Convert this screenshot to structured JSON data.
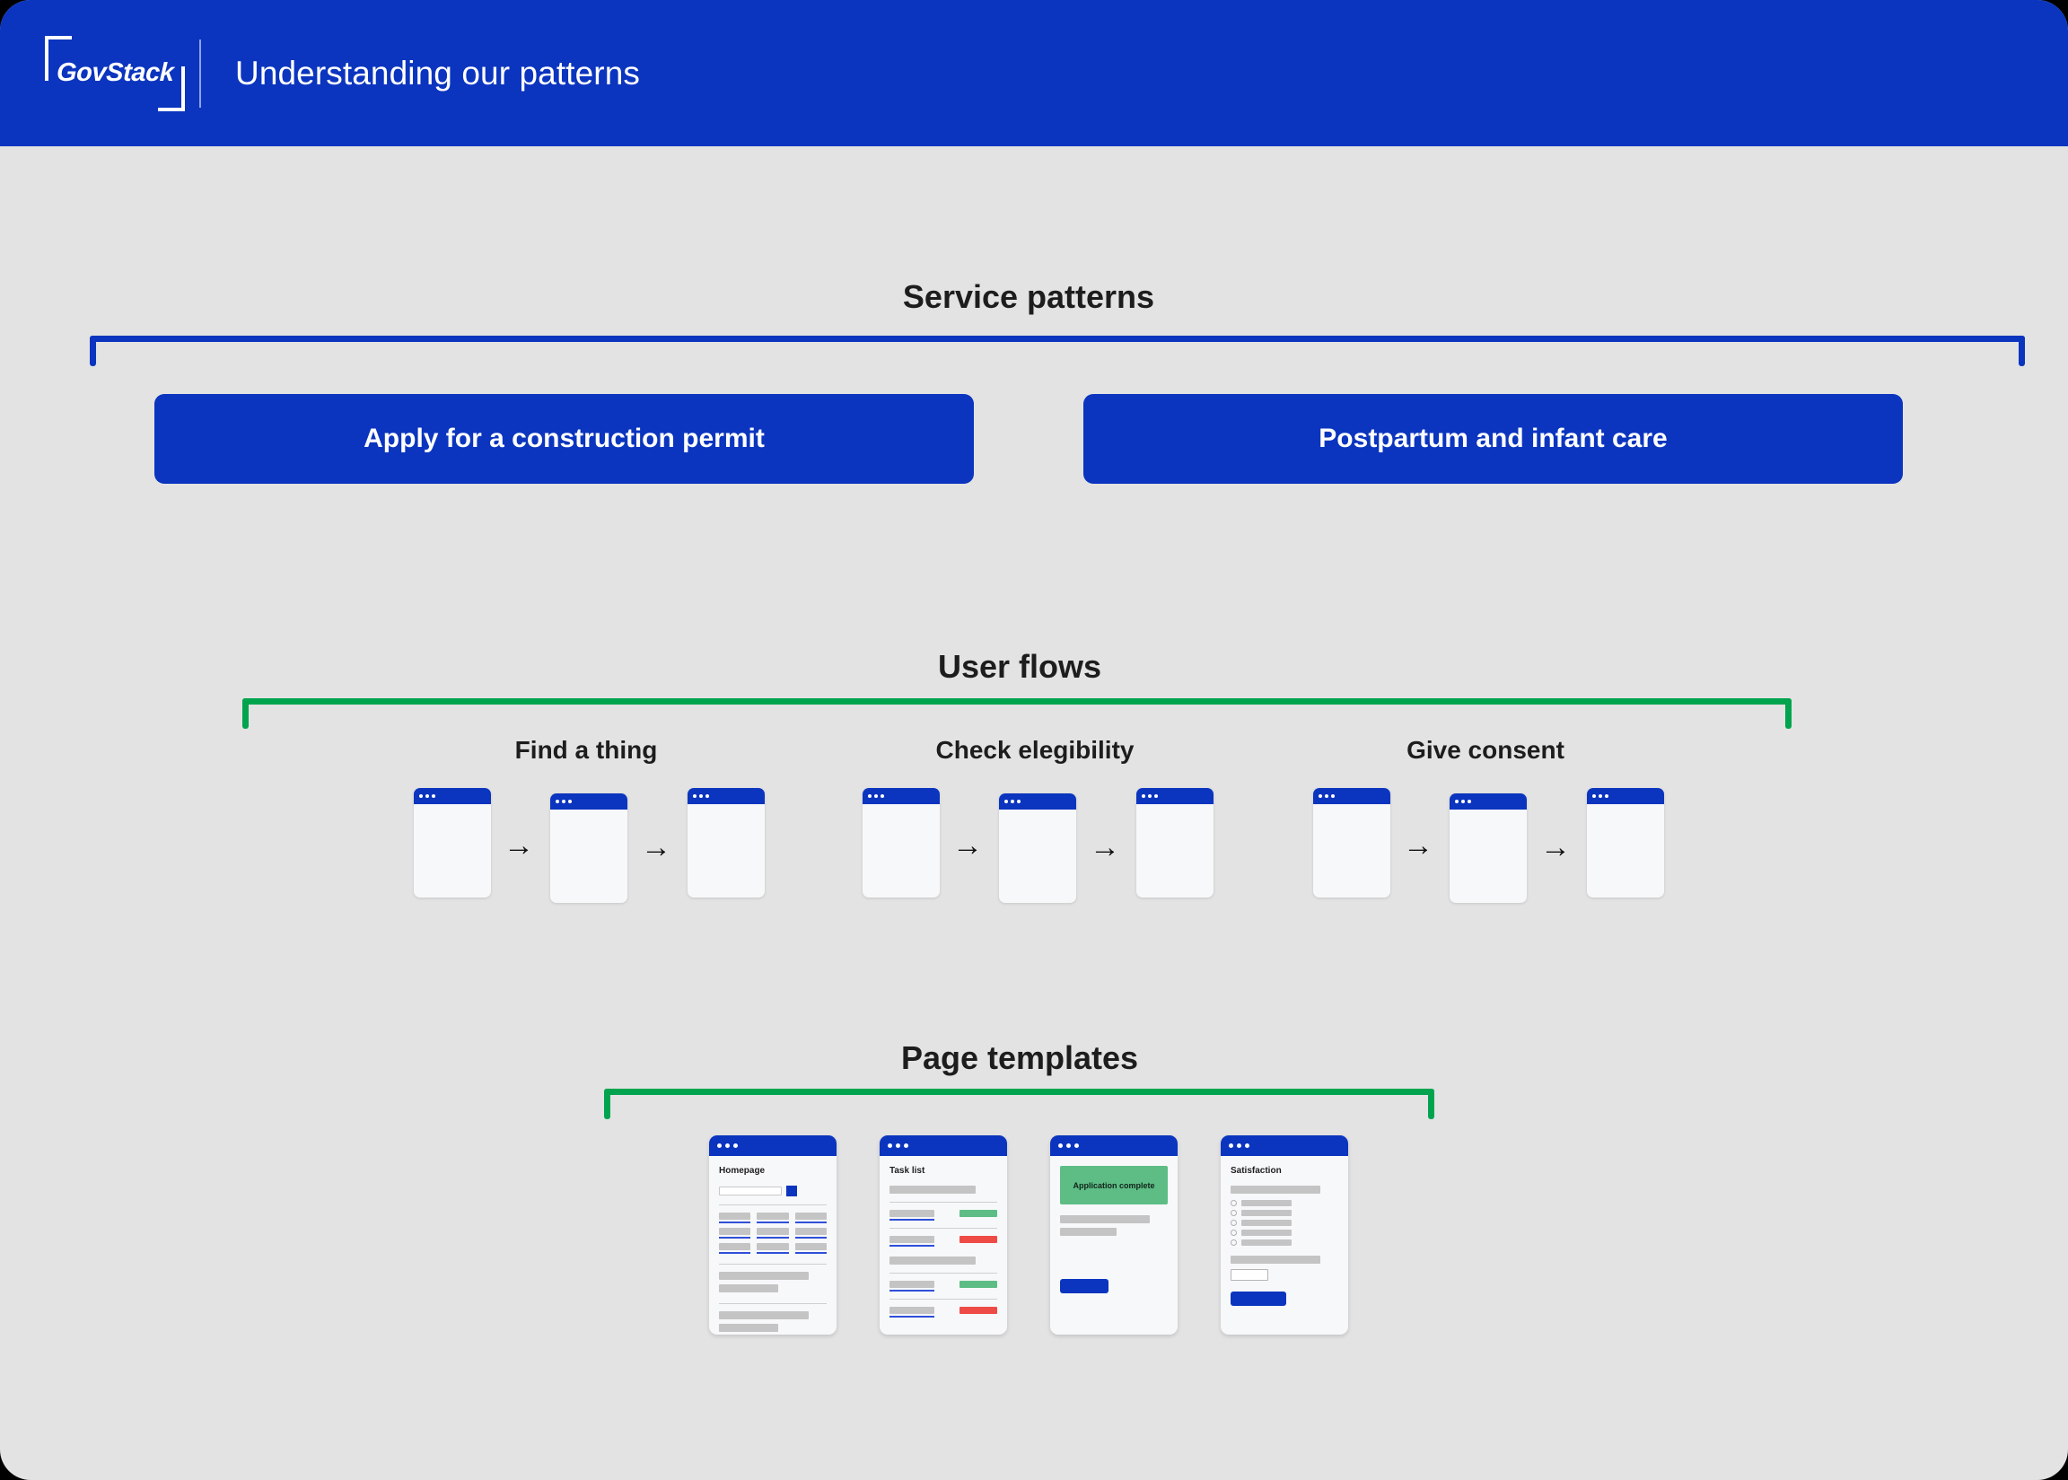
{
  "header": {
    "logo_text": "GovStack",
    "title": "Understanding our patterns"
  },
  "colors": {
    "brand_blue": "#0b35bf",
    "brand_green": "#00a44e",
    "background": "#e3e3e3",
    "card": "#f7f8fa",
    "status_green": "#5dbd85",
    "status_red": "#ef4b46"
  },
  "sections": {
    "service_patterns": {
      "title": "Service patterns",
      "bracket_color": "#0b35bf",
      "buttons": [
        {
          "label": "Apply for a construction permit"
        },
        {
          "label": "Postpartum and infant care"
        }
      ]
    },
    "user_flows": {
      "title": "User flows",
      "bracket_color": "#00a44e",
      "flows": [
        {
          "label": "Find a thing",
          "steps": 3,
          "arrow": "→"
        },
        {
          "label": "Check elegibility",
          "steps": 3,
          "arrow": "→"
        },
        {
          "label": "Give consent",
          "steps": 3,
          "arrow": "→"
        }
      ]
    },
    "page_templates": {
      "title": "Page templates",
      "bracket_color": "#00a44e",
      "templates": [
        {
          "name": "homepage",
          "heading": "Homepage"
        },
        {
          "name": "task-list",
          "heading": "Task list"
        },
        {
          "name": "application-complete",
          "heading": "",
          "banner": "Application complete"
        },
        {
          "name": "satisfaction",
          "heading": "Satisfaction"
        }
      ]
    }
  }
}
